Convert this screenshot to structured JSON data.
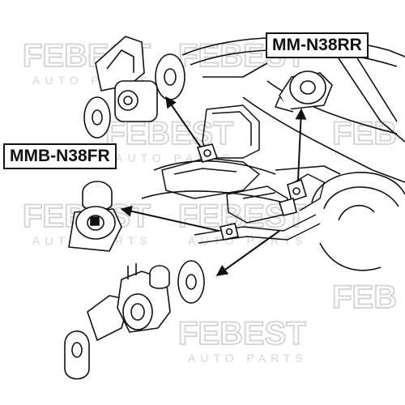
{
  "labels": {
    "rear_right": "MM-N38RR",
    "front_right": "MMB-N38FR"
  },
  "watermark": {
    "brand": "FEBEST",
    "tagline": "AUTO PARTS"
  },
  "colors": {
    "ink": "#111111",
    "watermark": "#d6d6d6",
    "background": "#ffffff"
  }
}
